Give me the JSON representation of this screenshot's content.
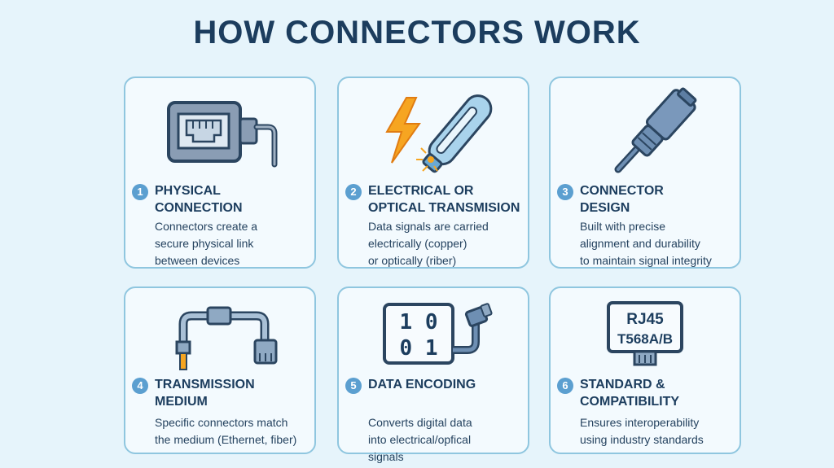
{
  "title": "HOW CONNECTORS WORK",
  "cards": [
    {
      "num": "1",
      "heading": [
        "PHYSICAL",
        "CONNECTION"
      ],
      "desc": [
        "Connectors create a",
        "secure physical link",
        "between devices"
      ],
      "icon": "ethernet-port-icon"
    },
    {
      "num": "2",
      "heading": [
        "ELECTRICAL OR",
        "OPTICAL TRANSMISION"
      ],
      "desc": [
        "Data signals are carried",
        "electrically (copper)",
        "or optically (riber)"
      ],
      "icon": "lightning-fiber-icon"
    },
    {
      "num": "3",
      "heading": [
        "CONNECTOR",
        "DESIGN"
      ],
      "desc": [
        "Built with precise",
        "alignment and durability",
        "to maintain signal integrity"
      ],
      "icon": "connector-plug-icon"
    },
    {
      "num": "4",
      "heading": [
        "TRANSMISSION",
        "MEDIUM"
      ],
      "desc": [
        "Specific connectors match",
        "the medium (Ethernet, fiber)"
      ],
      "icon": "cable-icon"
    },
    {
      "num": "5",
      "heading": [
        "DATA ENCODING"
      ],
      "desc": [
        "Converts digital data",
        "into electrical/opfical",
        "signals"
      ],
      "icon": "binary-data-icon",
      "binary": [
        "1 0",
        "0 1"
      ]
    },
    {
      "num": "6",
      "heading": [
        "STANDARD &",
        "COMPATIBILITY"
      ],
      "desc": [
        "Ensures interoperability",
        "using industry standards"
      ],
      "icon": "standard-chip-icon",
      "chip_lines": [
        "RJ45",
        "T568A/B"
      ]
    }
  ],
  "colors": {
    "accent": "#5b9fd0",
    "border": "#8fc6df",
    "text": "#1c3d5e",
    "background": "#e6f4fb"
  }
}
